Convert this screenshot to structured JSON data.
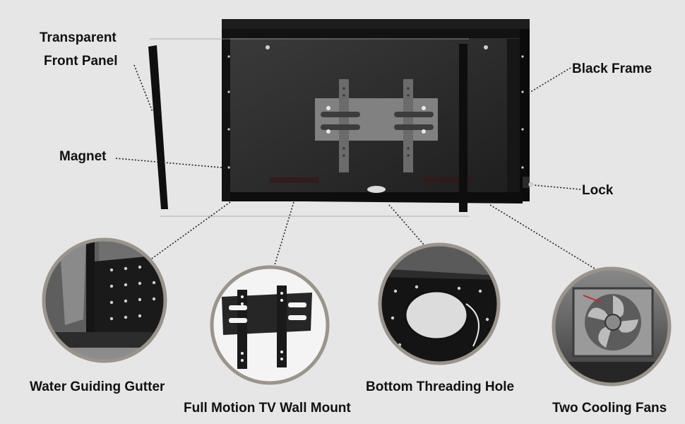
{
  "labels": {
    "transparent": "Transparent",
    "front_panel": "Front Panel",
    "magnet": "Magnet",
    "black_frame": "Black Frame",
    "lock": "Lock",
    "water_gutter": "Water Guiding Gutter",
    "wall_mount": "Full Motion TV Wall Mount",
    "threading_hole": "Bottom Threading Hole",
    "cooling_fans": "Two Cooling Fans"
  },
  "colors": {
    "background": "#e6e6e6",
    "frame": "#141414",
    "circle_border": "#9a948b"
  }
}
